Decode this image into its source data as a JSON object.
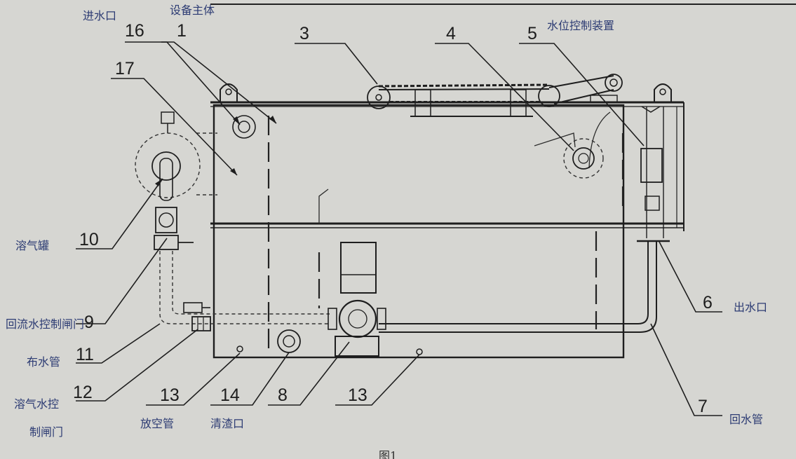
{
  "handwritten": {
    "inlet": "进水口",
    "main_body": "设备主体",
    "level_control": "水位控制装置",
    "dissolved_air_tank": "溶气罐",
    "return_valve": "回流水控制闸门",
    "distribution_pipe": "布水管",
    "dissolved_valve_line1": "溶气水控",
    "dissolved_valve_line2": "制闸门",
    "drain_pipe": "放空管",
    "cleanout": "清渣口",
    "outlet": "出水口",
    "return_pipe": "回水管"
  },
  "numbers": {
    "n1": "1",
    "n3": "3",
    "n4": "4",
    "n5": "5",
    "n6": "6",
    "n7": "7",
    "n8": "8",
    "n9": "9",
    "n10": "10",
    "n11": "11",
    "n12": "12",
    "n13a": "13",
    "n13b": "13",
    "n14": "14",
    "n16": "16",
    "n17": "17"
  },
  "caption": "图1",
  "colors": {
    "paper": "#d6d6d2",
    "ink": "#1e1e1e",
    "handwriting": "#2c3b73"
  }
}
